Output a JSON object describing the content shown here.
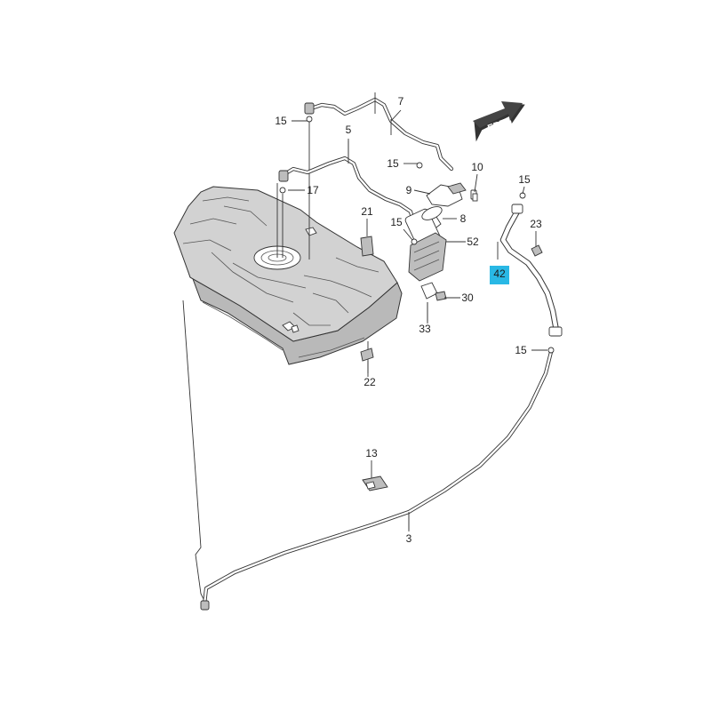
{
  "direction_marker": {
    "label": "FRT",
    "icon": "front-arrow-icon"
  },
  "highlight_color": "#29b8e5",
  "callouts": [
    {
      "id": "7",
      "label": "7"
    },
    {
      "id": "15a",
      "label": "15"
    },
    {
      "id": "5",
      "label": "5"
    },
    {
      "id": "15b",
      "label": "15"
    },
    {
      "id": "17",
      "label": "17"
    },
    {
      "id": "10",
      "label": "10"
    },
    {
      "id": "9",
      "label": "9"
    },
    {
      "id": "15c",
      "label": "15"
    },
    {
      "id": "21",
      "label": "21"
    },
    {
      "id": "15d",
      "label": "15"
    },
    {
      "id": "8",
      "label": "8"
    },
    {
      "id": "52",
      "label": "52"
    },
    {
      "id": "23",
      "label": "23"
    },
    {
      "id": "42",
      "label": "42",
      "highlighted": true
    },
    {
      "id": "30",
      "label": "30"
    },
    {
      "id": "33",
      "label": "33"
    },
    {
      "id": "15e",
      "label": "15"
    },
    {
      "id": "22",
      "label": "22"
    },
    {
      "id": "13",
      "label": "13"
    },
    {
      "id": "3",
      "label": "3"
    }
  ]
}
